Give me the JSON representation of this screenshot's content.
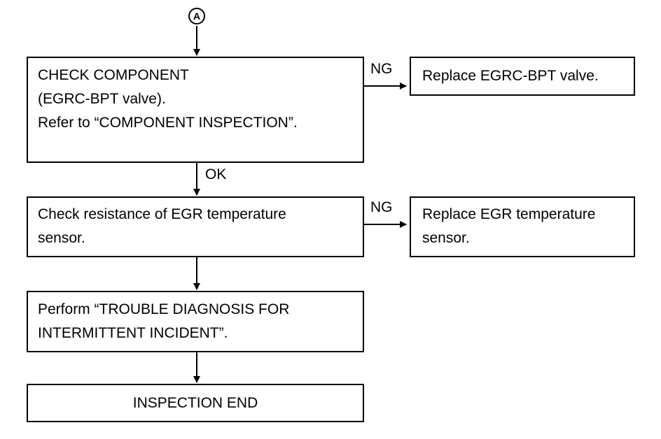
{
  "connector": {
    "label": "A"
  },
  "steps": {
    "check_component": {
      "lines": [
        "CHECK COMPONENT",
        "(EGRC-BPT valve).",
        "Refer to “COMPONENT INSPECTION”."
      ]
    },
    "replace_egrc": {
      "lines": [
        "Replace EGRC-BPT valve."
      ]
    },
    "check_resistance": {
      "lines": [
        "Check resistance of EGR temperature",
        "sensor."
      ]
    },
    "replace_sensor": {
      "lines": [
        "Replace EGR temperature",
        "sensor."
      ]
    },
    "trouble_diagnosis": {
      "lines": [
        "Perform “TROUBLE DIAGNOSIS FOR",
        "INTERMITTENT INCIDENT”."
      ]
    },
    "inspection_end": {
      "lines": [
        "INSPECTION END"
      ]
    }
  },
  "edge_labels": {
    "ng_1": "NG",
    "ok_1": "OK",
    "ng_2": "NG"
  }
}
